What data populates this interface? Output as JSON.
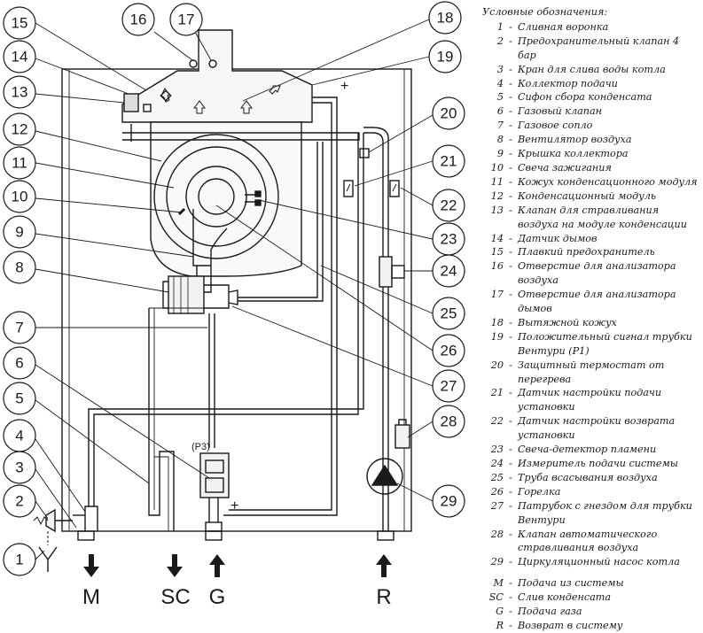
{
  "legend": {
    "title": "Условные обозначения:",
    "items": [
      {
        "num": "1",
        "text": "Сливная воронка"
      },
      {
        "num": "2",
        "text": "Предохранительный клапан 4 бар"
      },
      {
        "num": "3",
        "text": "Кран для слива воды котла"
      },
      {
        "num": "4",
        "text": "Коллектор подачи"
      },
      {
        "num": "5",
        "text": "Сифон сбора конденсата"
      },
      {
        "num": "6",
        "text": "Газовый клапан"
      },
      {
        "num": "7",
        "text": "Газовое сопло"
      },
      {
        "num": "8",
        "text": "Вентилятор воздуха"
      },
      {
        "num": "9",
        "text": "Крышка коллектора"
      },
      {
        "num": "10",
        "text": "Свеча зажигания"
      },
      {
        "num": "11",
        "text": "Кожух конденсационного модуля"
      },
      {
        "num": "12",
        "text": "Конденсационный модуль"
      },
      {
        "num": "13",
        "text": "Клапан для стравливания воздуха на модуле конденсации"
      },
      {
        "num": "14",
        "text": "Датчик дымов"
      },
      {
        "num": "15",
        "text": "Плавкий предохранитель"
      },
      {
        "num": "16",
        "text": "Отверстие для анализатора воздуха"
      },
      {
        "num": "17",
        "text": "Отверстие для анализатора дымов"
      },
      {
        "num": "18",
        "text": "Вытяжной кожух"
      },
      {
        "num": "19",
        "text": "Положительный сигнал трубки Вентури (P1)"
      },
      {
        "num": "20",
        "text": "Защитный термостат от перегрева"
      },
      {
        "num": "21",
        "text": "Датчик настройки подачи установки"
      },
      {
        "num": "22",
        "text": "Датчик настройки возврата установки"
      },
      {
        "num": "23",
        "text": "Свеча-детектор пламени"
      },
      {
        "num": "24",
        "text": "Измеритель подачи системы"
      },
      {
        "num": "25",
        "text": "Труба всасывания воздуха"
      },
      {
        "num": "26",
        "text": "Горелка"
      },
      {
        "num": "27",
        "text": "Патрубок с гнездом для трубки Вентури"
      },
      {
        "num": "28",
        "text": "Клапан автоматического стравливания воздуха"
      },
      {
        "num": "29",
        "text": "Циркуляционный насос котла"
      }
    ],
    "flows": [
      {
        "code": "M",
        "text": "Подача из системы"
      },
      {
        "code": "SC",
        "text": "Слив конденсата"
      },
      {
        "code": "G",
        "text": "Подача газа"
      },
      {
        "code": "R",
        "text": "Возврат в систему"
      }
    ]
  },
  "diagram": {
    "callouts": [
      "1",
      "2",
      "3",
      "4",
      "5",
      "6",
      "7",
      "8",
      "9",
      "10",
      "11",
      "12",
      "13",
      "14",
      "15",
      "16",
      "17",
      "18",
      "19",
      "20",
      "21",
      "22",
      "23",
      "24",
      "25",
      "26",
      "27",
      "28",
      "29"
    ],
    "flow_labels": {
      "m": "M",
      "sc": "SC",
      "g": "G",
      "r": "R"
    },
    "p3_label": "(P3)",
    "plus_sign": "+"
  }
}
